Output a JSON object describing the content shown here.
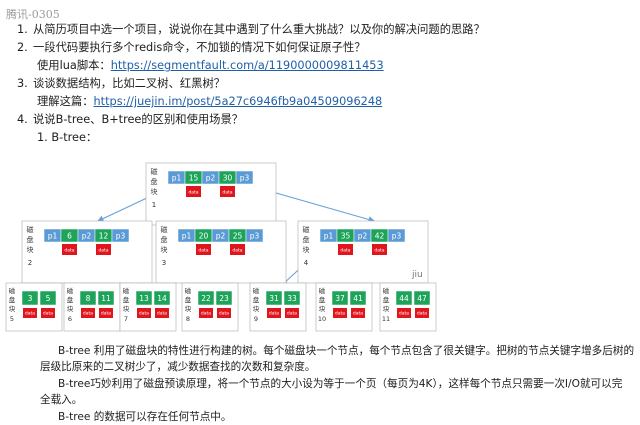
{
  "header": "腾讯-0305",
  "questions": [
    {
      "num": "1.",
      "text": "从简历项目中选一个项目，说说你在其中遇到了什么重大挑战？以及你的解决问题的思路？"
    },
    {
      "num": "2.",
      "text": "一段代码要执行多个redis命令，不加锁的情况下如何保证原子性？"
    },
    {
      "num": "3.",
      "text": "谈谈数据结构，比如二叉树、红黑树？"
    },
    {
      "num": "4.",
      "text": "说说B-tree、B+tree的区别和使用场景？"
    }
  ],
  "q2_sub": {
    "prefix": "使用lua脚本：",
    "link": "https://segmentfault.com/a/1190000009811453"
  },
  "q3_sub": {
    "prefix": "理解这篇：",
    "link": "https://juejin.im/post/5a27c6946fb9a04509096248"
  },
  "q4_sub": {
    "text": "1. B-tree："
  },
  "tree": {
    "block_label": [
      "磁",
      "盘",
      "块"
    ],
    "data_label": "data",
    "root": {
      "id": "1",
      "keys": [
        "15",
        "30"
      ],
      "ptrs": [
        "p1",
        "p2",
        "p3"
      ]
    },
    "level2": [
      {
        "id": "2",
        "keys": [
          "6",
          "12"
        ],
        "ptrs": [
          "p1",
          "p2",
          "p3"
        ]
      },
      {
        "id": "3",
        "keys": [
          "20",
          "25"
        ],
        "ptrs": [
          "p1",
          "p2",
          "p3"
        ]
      },
      {
        "id": "4",
        "keys": [
          "35",
          "42"
        ],
        "ptrs": [
          "p1",
          "p2",
          "p3"
        ]
      }
    ],
    "leaves": [
      {
        "id": "5",
        "keys": [
          "3",
          "5"
        ]
      },
      {
        "id": "6",
        "keys": [
          "8",
          "11"
        ]
      },
      {
        "id": "7",
        "keys": [
          "13",
          "14"
        ]
      },
      {
        "id": "8",
        "keys": [
          "22",
          "23"
        ]
      },
      {
        "id": "9",
        "keys": [
          "31",
          "33"
        ]
      },
      {
        "id": "10",
        "keys": [
          "37",
          "41"
        ]
      },
      {
        "id": "11",
        "keys": [
          "44",
          "47"
        ]
      }
    ],
    "colors": {
      "ptr": "#5b9bd5",
      "key": "#1ea45a",
      "data": "#e0161e",
      "line": "#6aa2d8"
    }
  },
  "watermark": "jiu",
  "paragraphs": [
    "B-tree 利用了磁盘块的特性进行构建的树。每个磁盘块一个节点，每个节点包含了很关键字。把树的节点关键字增多后树的",
    "层级比原来的二叉树少了，减少数据查找的次数和复杂度。",
    "B-tree巧妙利用了磁盘预读原理，将一个节点的大小设为等于一个页（每页为4K），这样每个节点只需要一次I/O就可以完",
    "全载入。",
    "B-tree 的数据可以存在任何节点中。"
  ]
}
